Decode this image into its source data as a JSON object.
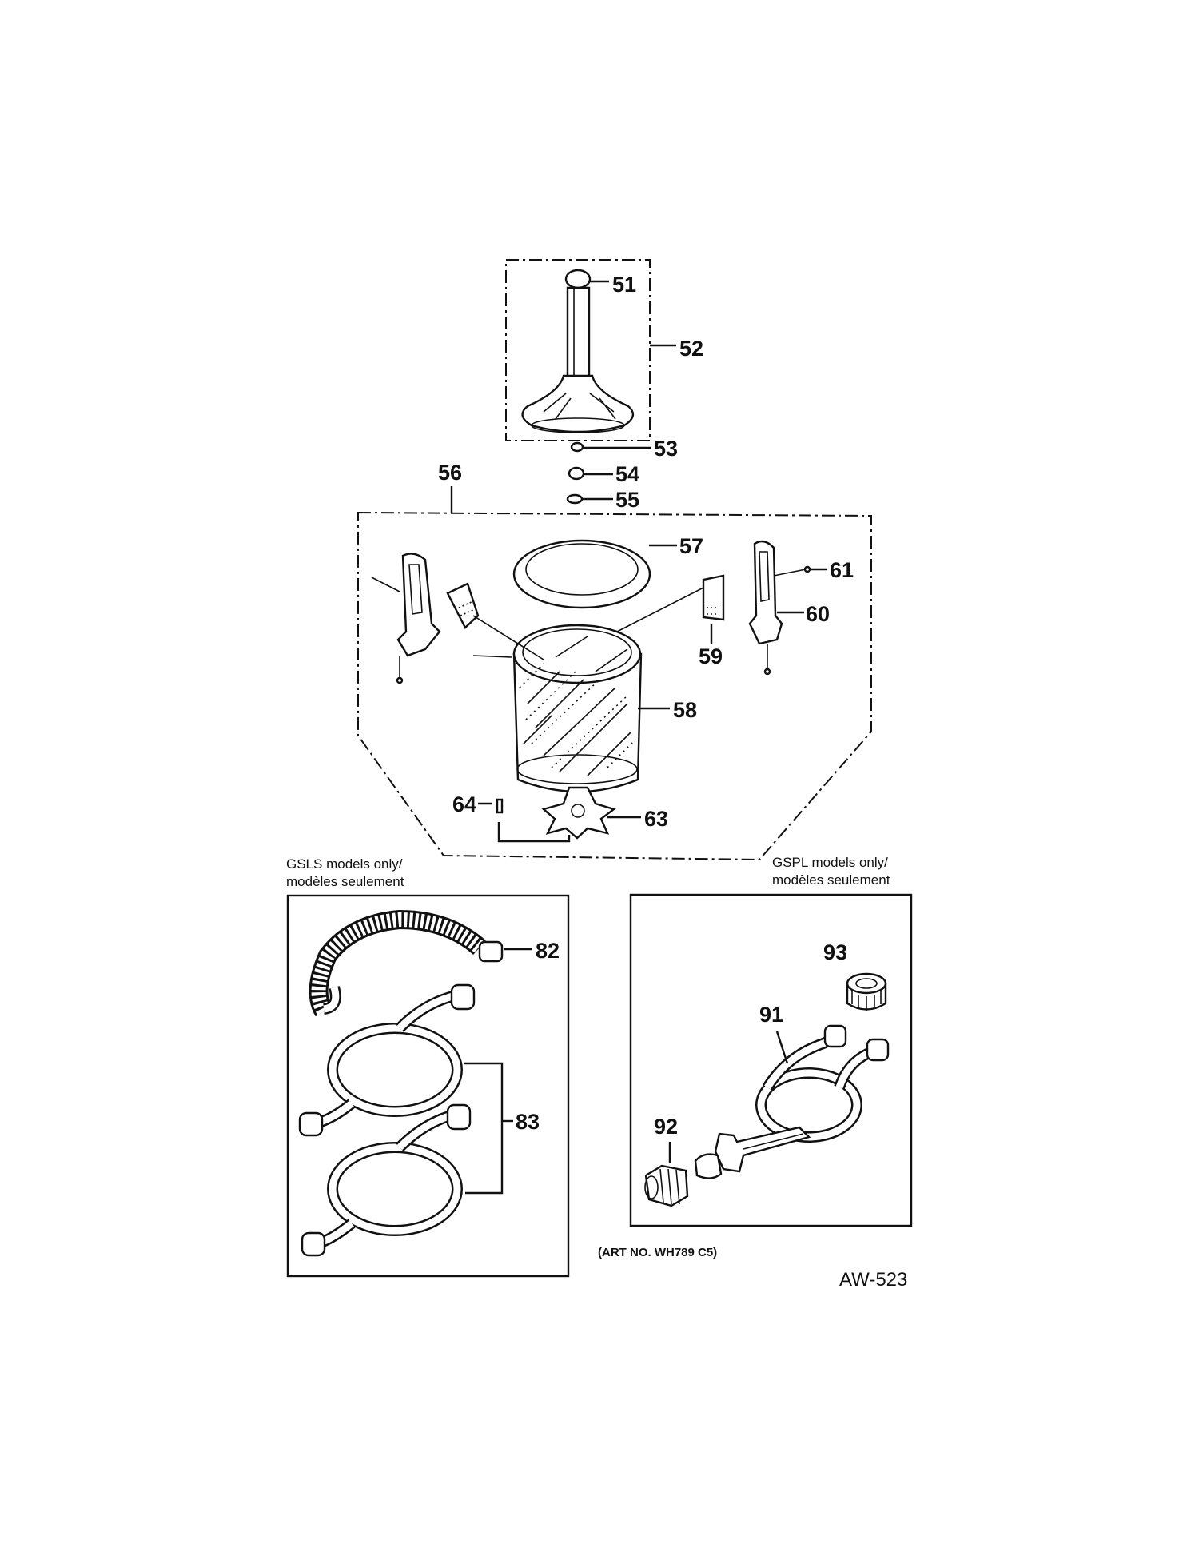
{
  "callouts": {
    "p51": "51",
    "p52": "52",
    "p53": "53",
    "p54": "54",
    "p55": "55",
    "p56": "56",
    "p57": "57",
    "p58": "58",
    "p59": "59",
    "p60": "60",
    "p61": "61",
    "p63": "63",
    "p64": "64",
    "p82": "82",
    "p83": "83",
    "p91": "91",
    "p92": "92",
    "p93": "93"
  },
  "captions": {
    "gsls_line1": "GSLS models only/",
    "gsls_line2": "modèles seulement",
    "gspl_line1": "GSPL models only/",
    "gspl_line2": "modèles seulement"
  },
  "art_number": "(ART NO. WH789 C5)",
  "diagram_code": "AW-523"
}
